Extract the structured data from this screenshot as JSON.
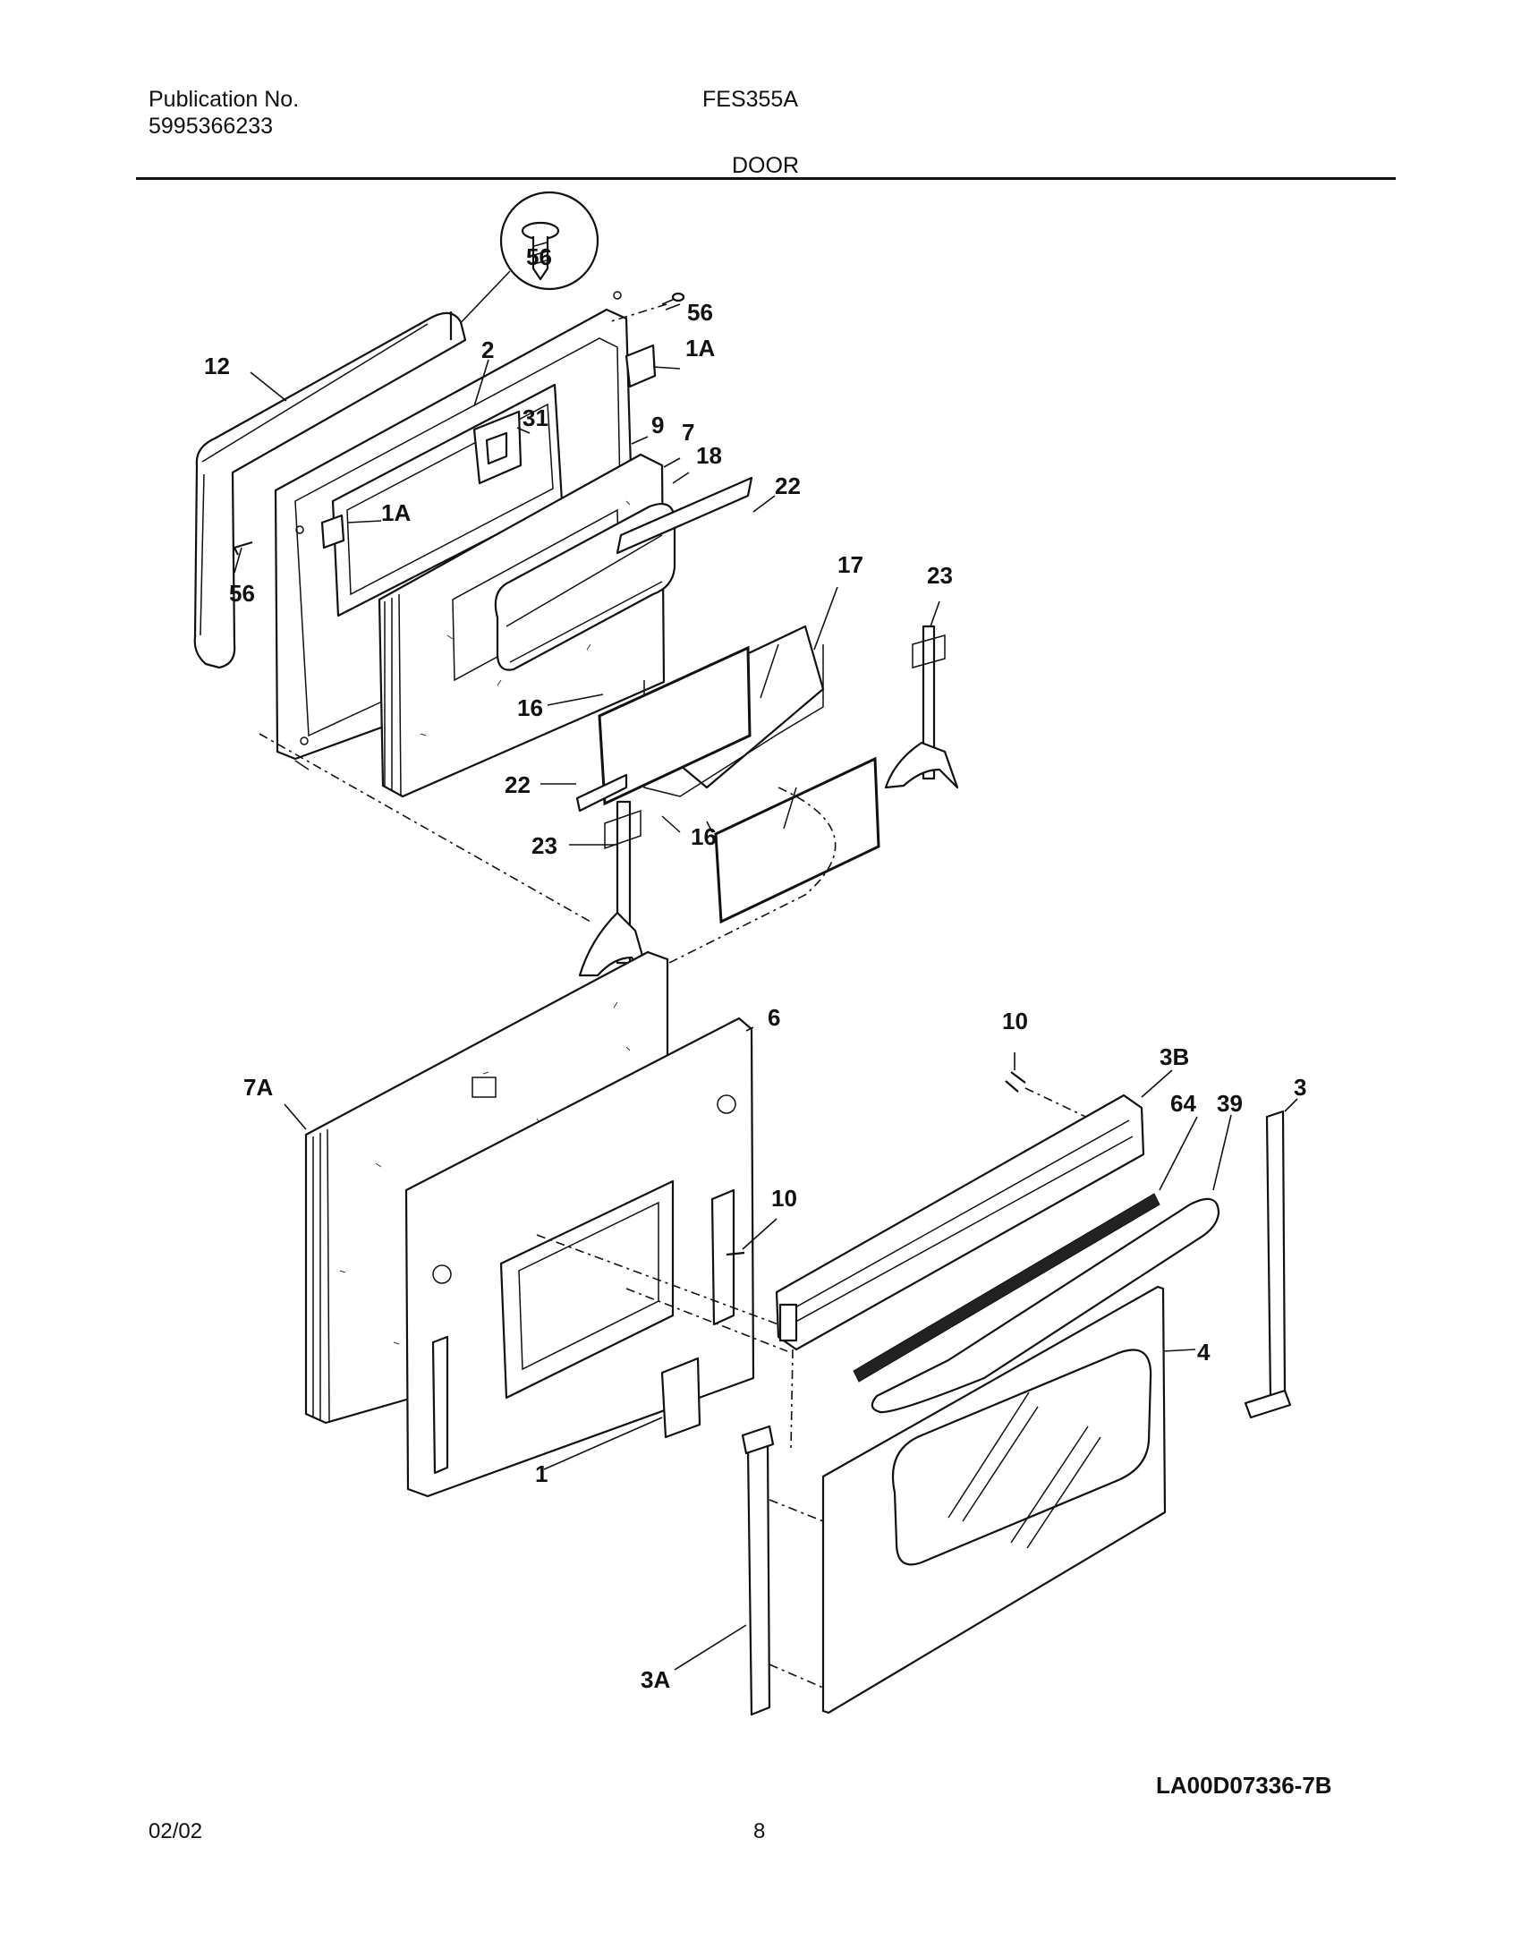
{
  "header": {
    "publication_label": "Publication No.",
    "publication_number": "5995366233",
    "model": "FES355A",
    "section": "DOOR"
  },
  "callouts": {
    "c56_detail": "56",
    "c56_top": "56",
    "c1A_top": "1A",
    "c12": "12",
    "c2": "2",
    "c31": "31",
    "c9": "9",
    "c7": "7",
    "c18": "18",
    "c1A_mid": "1A",
    "c56_left": "56",
    "c22_top": "22",
    "c17": "17",
    "c23_right": "23",
    "c16_left": "16",
    "c22_bottom": "22",
    "c16_bottom": "16",
    "c23_left": "23",
    "c6": "6",
    "c10_top": "10",
    "c7A": "7A",
    "c3B": "3B",
    "c64": "64",
    "c39": "39",
    "c3": "3",
    "c10_mid": "10",
    "c4": "4",
    "c1": "1",
    "c3A": "3A"
  },
  "footer": {
    "doc_id": "LA00D07336-7B",
    "date": "02/02",
    "page": "8"
  }
}
